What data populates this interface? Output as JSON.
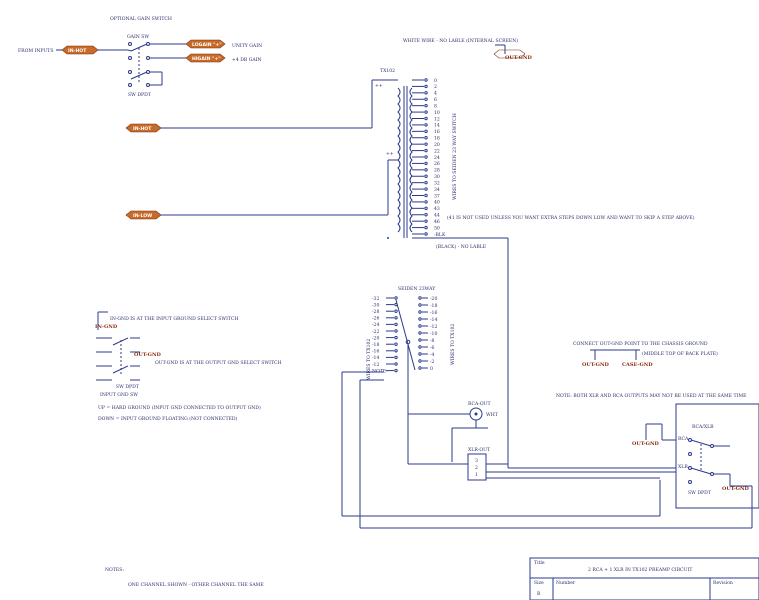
{
  "labels": {
    "optional_gain_switch": "OPTIONAL GAIN SWITCH",
    "gain_sw": "GAIN SW",
    "from_input": "FROM INPUTS",
    "in_hot": "IN-HOT",
    "lo_gain_tag": "LOGAIN \"+\"",
    "unity_gain": "UNITY GAIN",
    "hi_gain_tag": "HIGAIN \"+\"",
    "plus4_db_gain": "+4 DB GAIN",
    "sw_dpdt": "SW DPDT",
    "white_wire": "WHITE WIRE - NO LABLE (INTERNAL SCREEN)",
    "out_gnd": "OUT-GND",
    "tx102": "TX102",
    "in_hot_mid": "IN-HOT",
    "in_low": "IN-LOW",
    "wires_to_switch": "WIRES TO SEIDEN 23 WAY SWITCH",
    "note_41": "(41 IS NOT USED UNLESS YOU WANT EXTRA STEPS DOWN LOW AND WANT TO SKIP A STEP ABOVE)",
    "black_no_lable": "(BLACK) - NO LABLE",
    "seiden_23way": "SEIDEN 23WAY",
    "wires_to_tx102_left": "WIRES TO TX102",
    "wires_to_tx102_right": "WIRES TO TX102",
    "in_gnd_desc": "IN-GND IS AT THE INPUT GROUND SELECT SWITCH",
    "in_gnd": "IN-GND",
    "out_gnd_desc": "OUT-GND IS AT THE OUTPUT GND SELECT SWITCH",
    "out_gnd_tag": "OUT-GND",
    "sw_input_gnd": "SW DPDT",
    "input_gnd_sw": "INPUT GND SW",
    "up_hard": "UP = HARD GROUND (INPUT GND CONNECTED TO OUTPUT GND)",
    "down_float": "DOWN = INPUT GROUND FLOATING (NOT CONNECTED)",
    "rca_out": "RCA-OUT",
    "wht": "WHT",
    "xlr_out": "XLR-OUT",
    "connect_chassis": "CONNECT OUT-GND POINT TO THE CHASSIS GROUND",
    "middle_top": "(MIDDLE TOP OF BACK PLATE)",
    "note_both": "NOTE: BOTH XLR AND RCA OUTPUTS MAY NOT BE USED AT THE SAME TIME",
    "rca_xlr": "RCA/XLR",
    "out_gnd_a": "OUT-GND",
    "case_gnd": "CASE-GND",
    "out_gnd_b": "OUT-GND",
    "rca": "RCA",
    "xlr": "XLR",
    "sw_dpdt_out": "SW DPDT",
    "notes_title": "NOTES:",
    "notes_text": "ONE CHANNEL SHOWN - OTHER CHANNEL THE SAME",
    "title_label": "Title",
    "title_value": "2 RCA + 1 XLR IN TX102 PREAMP CIRCUIT",
    "size_label": "Size",
    "size_value": "B",
    "number_label": "Number",
    "revision_label": "Revision",
    "plus_top": "++",
    "plus_mid": "++",
    "minus_blk": "-BLK"
  },
  "taps": [
    "0",
    "2",
    "4",
    "6",
    "8",
    "10",
    "12",
    "14",
    "16",
    "18",
    "20",
    "22",
    "24",
    "26",
    "28",
    "30",
    "32",
    "34",
    "37",
    "40",
    "43",
    "44",
    "46",
    "50",
    "-BLK"
  ],
  "switch_left": [
    "-32",
    "-30",
    "-28",
    "-26",
    "-24",
    "-22",
    "-20",
    "-18",
    "-16",
    "-14",
    "-12",
    "NOTE"
  ],
  "switch_right": [
    "-20",
    "-18",
    "-16",
    "-14",
    "-12",
    "-10",
    "-8",
    "-6",
    "-4",
    "-2",
    "0"
  ],
  "xlr_pins": [
    "3",
    "2",
    "1"
  ],
  "colors": {
    "wire": "#2b3a8c",
    "tag": "#c86a2a",
    "label_red": "#8a2a10"
  }
}
